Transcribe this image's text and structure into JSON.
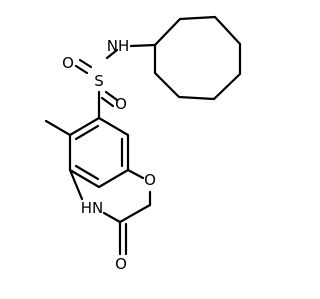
{
  "molecule": {
    "atoms": {
      "sulfonyl_o1": "O",
      "sulfonyl_s": "S",
      "sulfonyl_o2": "O",
      "sulfonamide_nh": "NH",
      "lactam_nh": "HN",
      "ring_o": "O",
      "carbonyl_o": "O"
    }
  }
}
